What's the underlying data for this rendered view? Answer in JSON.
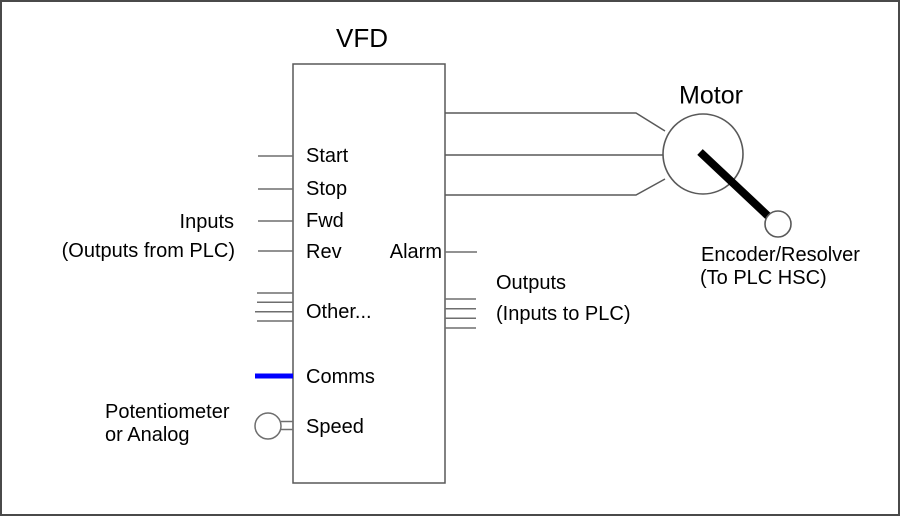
{
  "colors": {
    "comms_line": "#0000ff",
    "diagram_lines": "#595959",
    "shaft": "#000000",
    "text": "#000000"
  },
  "vfd": {
    "title": "VFD",
    "pins": {
      "start": "Start",
      "stop": "Stop",
      "fwd": "Fwd",
      "rev": "Rev",
      "other": "Other...",
      "comms": "Comms",
      "speed": "Speed",
      "alarm": "Alarm"
    }
  },
  "labels": {
    "inputs_title": "Inputs",
    "inputs_subtitle": "(Outputs from PLC)",
    "outputs_title": "Outputs",
    "outputs_subtitle": "(Inputs to PLC)",
    "potentiometer_line1": "Potentiometer",
    "potentiometer_line2": "or Analog",
    "motor": "Motor",
    "encoder_line1": "Encoder/Resolver",
    "encoder_line2": "(To PLC HSC)"
  }
}
